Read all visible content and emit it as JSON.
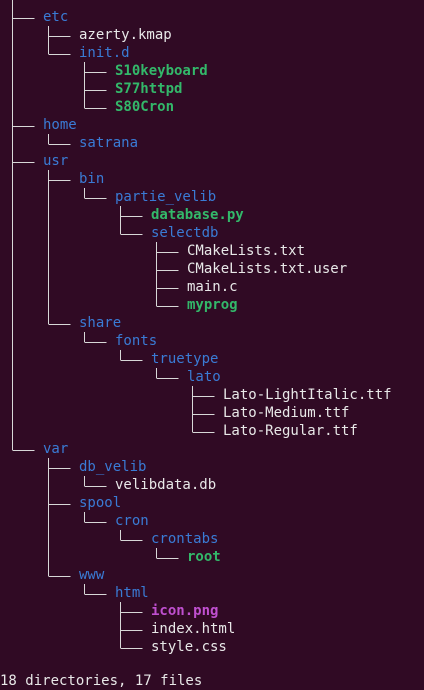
{
  "terminal": {
    "background": "#300a24",
    "colors": {
      "directory": "#3a7bd5",
      "executable": "#33b86a",
      "image": "#c050d0",
      "file": "#e8e8e8",
      "tree_line": "#d8d8d8"
    },
    "tree": [
      {
        "name": "etc",
        "type": "dir",
        "depth": 0,
        "last": false
      },
      {
        "name": "azerty.kmap",
        "type": "file",
        "depth": 1,
        "last": false
      },
      {
        "name": "init.d",
        "type": "dir",
        "depth": 1,
        "last": true
      },
      {
        "name": "S10keyboard",
        "type": "exec",
        "depth": 2,
        "last": false
      },
      {
        "name": "S77httpd",
        "type": "exec",
        "depth": 2,
        "last": false
      },
      {
        "name": "S80Cron",
        "type": "exec",
        "depth": 2,
        "last": true
      },
      {
        "name": "home",
        "type": "dir",
        "depth": 0,
        "last": false
      },
      {
        "name": "satrana",
        "type": "dir",
        "depth": 1,
        "last": true
      },
      {
        "name": "usr",
        "type": "dir",
        "depth": 0,
        "last": false
      },
      {
        "name": "bin",
        "type": "dir",
        "depth": 1,
        "last": false
      },
      {
        "name": "partie_velib",
        "type": "dir",
        "depth": 2,
        "last": true
      },
      {
        "name": "database.py",
        "type": "exec",
        "depth": 3,
        "last": false
      },
      {
        "name": "selectdb",
        "type": "dir",
        "depth": 3,
        "last": true
      },
      {
        "name": "CMakeLists.txt",
        "type": "file",
        "depth": 4,
        "last": false
      },
      {
        "name": "CMakeLists.txt.user",
        "type": "file",
        "depth": 4,
        "last": false
      },
      {
        "name": "main.c",
        "type": "file",
        "depth": 4,
        "last": false
      },
      {
        "name": "myprog",
        "type": "exec",
        "depth": 4,
        "last": true
      },
      {
        "name": "share",
        "type": "dir",
        "depth": 1,
        "last": true
      },
      {
        "name": "fonts",
        "type": "dir",
        "depth": 2,
        "last": true
      },
      {
        "name": "truetype",
        "type": "dir",
        "depth": 3,
        "last": true
      },
      {
        "name": "lato",
        "type": "dir",
        "depth": 4,
        "last": true
      },
      {
        "name": "Lato-LightItalic.ttf",
        "type": "file",
        "depth": 5,
        "last": false
      },
      {
        "name": "Lato-Medium.ttf",
        "type": "file",
        "depth": 5,
        "last": false
      },
      {
        "name": "Lato-Regular.ttf",
        "type": "file",
        "depth": 5,
        "last": true
      },
      {
        "name": "var",
        "type": "dir",
        "depth": 0,
        "last": true
      },
      {
        "name": "db_velib",
        "type": "dir",
        "depth": 1,
        "last": false
      },
      {
        "name": "velibdata.db",
        "type": "file",
        "depth": 2,
        "last": true
      },
      {
        "name": "spool",
        "type": "dir",
        "depth": 1,
        "last": false
      },
      {
        "name": "cron",
        "type": "dir",
        "depth": 2,
        "last": true
      },
      {
        "name": "crontabs",
        "type": "dir",
        "depth": 3,
        "last": true
      },
      {
        "name": "root",
        "type": "exec",
        "depth": 4,
        "last": true
      },
      {
        "name": "www",
        "type": "dir",
        "depth": 1,
        "last": true
      },
      {
        "name": "html",
        "type": "dir",
        "depth": 2,
        "last": true
      },
      {
        "name": "icon.png",
        "type": "img",
        "depth": 3,
        "last": false
      },
      {
        "name": "index.html",
        "type": "file",
        "depth": 3,
        "last": false
      },
      {
        "name": "style.css",
        "type": "file",
        "depth": 3,
        "last": true
      }
    ],
    "summary": "18 directories, 17 files"
  }
}
